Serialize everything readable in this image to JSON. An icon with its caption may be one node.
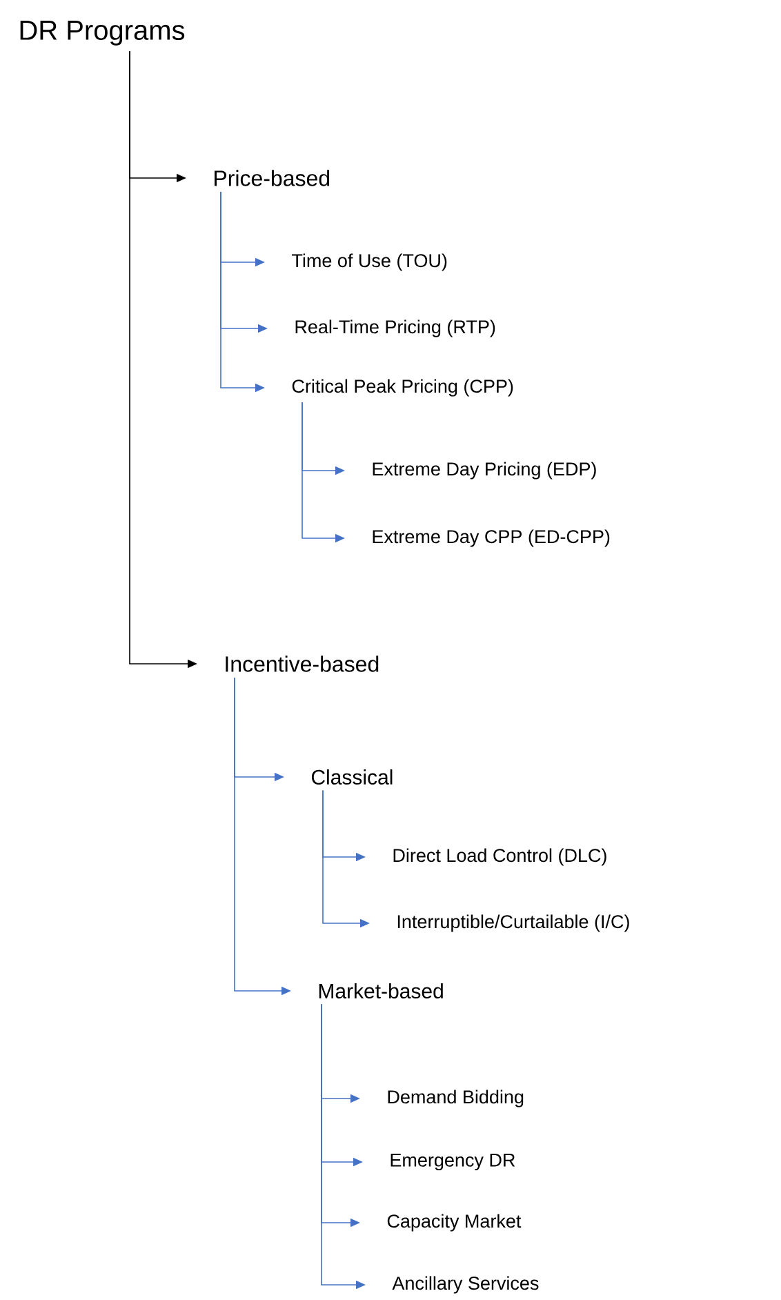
{
  "diagram": {
    "nodes": [
      {
        "text": [
          "DR Programs"
        ]
      },
      {
        "text": [
          "Price-based"
        ]
      },
      {
        "text": [
          "Time of Use (TOU)"
        ]
      },
      {
        "text": [
          "Real-Time Pricing (RTP)"
        ]
      },
      {
        "text": [
          "Critical Peak Pricing (CPP)"
        ]
      },
      {
        "text": [
          "Extreme Day Pricing (EDP)"
        ]
      },
      {
        "text": [
          "Extreme Day CPP (ED-CPP)"
        ]
      },
      {
        "text": [
          "Incentive-based"
        ]
      },
      {
        "text": [
          "Classical"
        ]
      },
      {
        "text": [
          "Direct Load Control (DLC)"
        ]
      },
      {
        "text": [
          "Interruptible/Curtailable (I/C)"
        ]
      },
      {
        "text": [
          "Market-based"
        ]
      },
      {
        "text": [
          "Demand Bidding"
        ]
      },
      {
        "text": [
          "Emergency DR"
        ]
      },
      {
        "text": [
          "Capacity Market"
        ]
      },
      {
        "text": [
          "Ancillary Services"
        ]
      }
    ],
    "edges": [
      {
        "from": 0,
        "to": 1,
        "arrow": "to",
        "color": "#000000"
      },
      {
        "from": 1,
        "to": 2,
        "arrow": "to"
      },
      {
        "from": 1,
        "to": 3,
        "arrow": "to"
      },
      {
        "from": 1,
        "to": 4,
        "arrow": "to"
      },
      {
        "from": 4,
        "to": 5,
        "arrow": "to"
      },
      {
        "from": 4,
        "to": 6,
        "arrow": "to"
      },
      {
        "from": 0,
        "to": 7,
        "arrow": "to",
        "color": "#000000"
      },
      {
        "from": 7,
        "to": 8,
        "arrow": "to"
      },
      {
        "from": 8,
        "to": 9,
        "arrow": "to"
      },
      {
        "from": 8,
        "to": 10,
        "arrow": "to"
      },
      {
        "from": 7,
        "to": 11,
        "arrow": "to"
      },
      {
        "from": 11,
        "to": 12,
        "arrow": "to"
      },
      {
        "from": 11,
        "to": 13,
        "arrow": "to"
      },
      {
        "from": 11,
        "to": 14,
        "arrow": "to"
      },
      {
        "from": 11,
        "to": 15,
        "arrow": "to"
      }
    ]
  }
}
